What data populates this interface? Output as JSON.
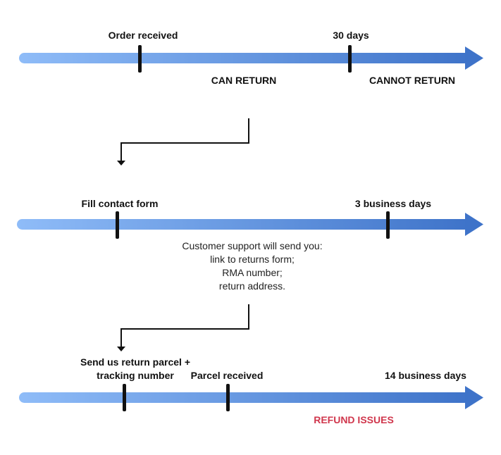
{
  "colors": {
    "bar_start": "#8fbcf8",
    "bar_end": "#3e73c9",
    "tick": "#111111",
    "connector": "#111111",
    "refund": "#d0364c"
  },
  "timeline1": {
    "order_received": "Order received",
    "days_30": "30 days",
    "can_return": "CAN RETURN",
    "cannot_return": "CANNOT RETURN"
  },
  "timeline2": {
    "fill_contact_form": "Fill contact form",
    "business_days_3": "3 business days",
    "support_lines": [
      "Customer support will send you:",
      "link to returns form;",
      "RMA number;",
      "return address."
    ]
  },
  "timeline3": {
    "send_parcel_lines": [
      "Send us return parcel +",
      "tracking number"
    ],
    "parcel_received": "Parcel received",
    "business_days_14": "14 business days",
    "refund_issues": "REFUND ISSUES"
  }
}
